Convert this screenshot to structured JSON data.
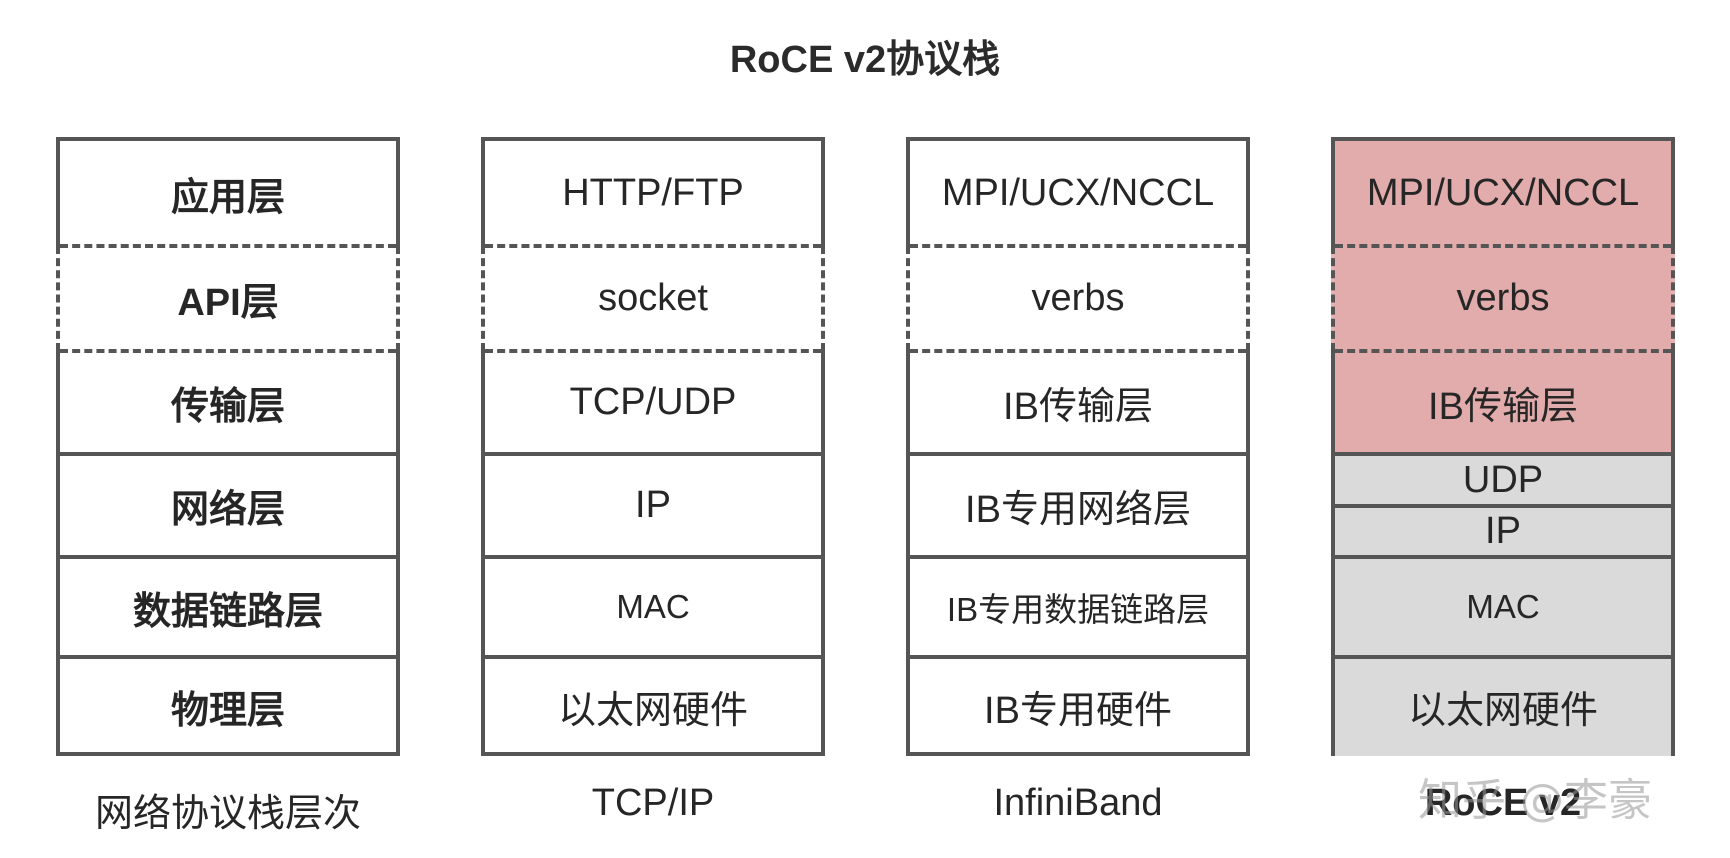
{
  "title": "RoCE v2协议栈",
  "stacks": [
    {
      "caption": "网络协议栈层次",
      "layers": [
        "应用层",
        "API层",
        "传输层",
        "网络层",
        "数据链路层",
        "物理层"
      ]
    },
    {
      "caption": "TCP/IP",
      "layers": [
        "HTTP/FTP",
        "socket",
        "TCP/UDP",
        "IP",
        "MAC",
        "以太网硬件"
      ]
    },
    {
      "caption": "InfiniBand",
      "layers": [
        "MPI/UCX/NCCL",
        "verbs",
        "IB传输层",
        "IB专用网络层",
        "IB专用数据链路层",
        "IB专用硬件"
      ]
    },
    {
      "caption": "RoCE v2",
      "layers": [
        "MPI/UCX/NCCL",
        "verbs",
        "IB传输层",
        "UDP",
        "IP",
        "MAC",
        "以太网硬件"
      ]
    }
  ],
  "colors": {
    "ib_layers": "#e2acac",
    "ethernet_layers": "#d9dad9",
    "border": "#555555"
  },
  "watermark": "知乎 @李豪"
}
